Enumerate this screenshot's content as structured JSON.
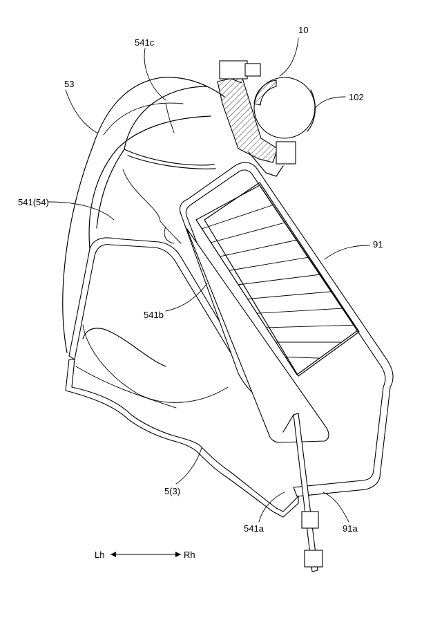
{
  "labels": {
    "ref_10": "10",
    "ref_541c": "541c",
    "ref_53": "53",
    "ref_102": "102",
    "ref_541_54": "541(54)",
    "ref_91": "91",
    "ref_541b": "541b",
    "ref_5_3": "5(3)",
    "ref_541a": "541a",
    "ref_91a": "91a"
  },
  "direction": {
    "left": "Lh",
    "right": "Rh"
  },
  "colors": {
    "line": "#000000",
    "background": "#ffffff"
  }
}
